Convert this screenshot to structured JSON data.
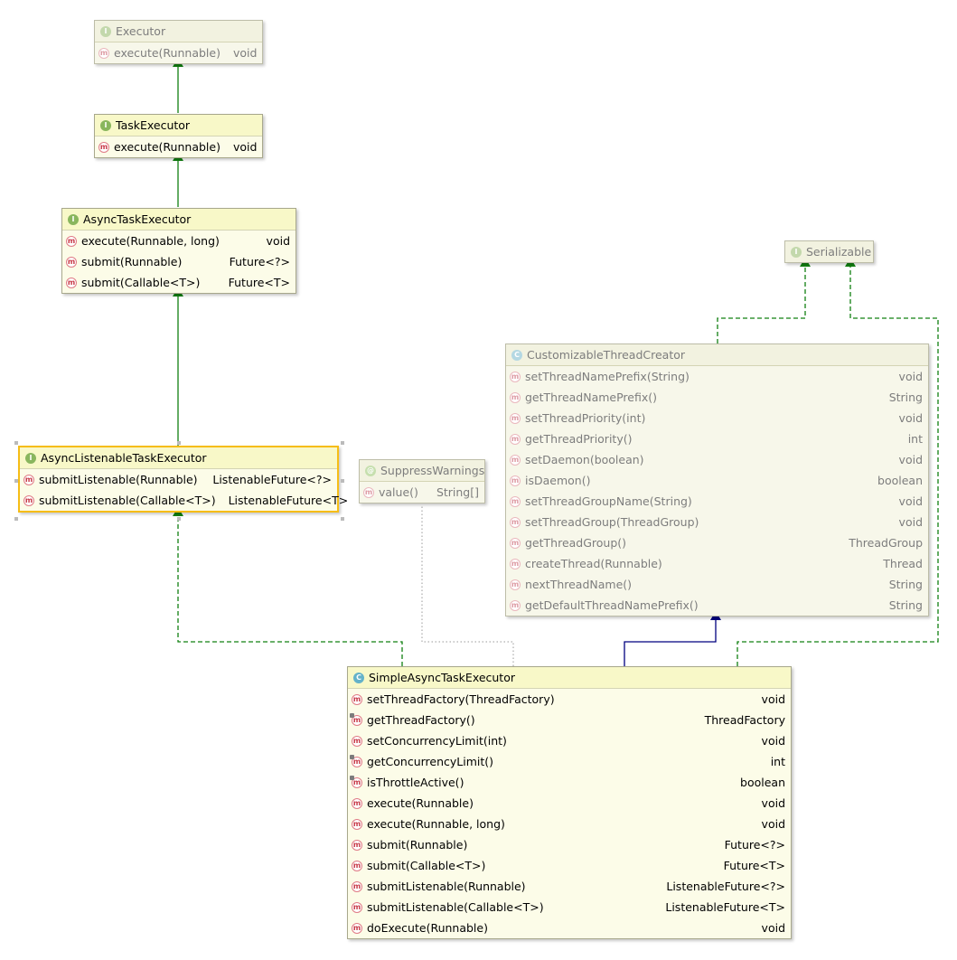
{
  "nodes": {
    "executor": {
      "name": "Executor",
      "kind": "I",
      "methods": [
        {
          "name": "execute(Runnable)",
          "type": "void"
        }
      ]
    },
    "task_executor": {
      "name": "TaskExecutor",
      "kind": "I",
      "methods": [
        {
          "name": "execute(Runnable)",
          "type": "void"
        }
      ]
    },
    "async_task_executor": {
      "name": "AsyncTaskExecutor",
      "kind": "I",
      "methods": [
        {
          "name": "execute(Runnable, long)",
          "type": "void"
        },
        {
          "name": "submit(Runnable)",
          "type": "Future<?>"
        },
        {
          "name": "submit(Callable<T>)",
          "type": "Future<T>"
        }
      ]
    },
    "async_listenable_task_executor": {
      "name": "AsyncListenableTaskExecutor",
      "kind": "I",
      "methods": [
        {
          "name": "submitListenable(Runnable)",
          "type": "ListenableFuture<?>"
        },
        {
          "name": "submitListenable(Callable<T>)",
          "type": "ListenableFuture<T>"
        }
      ]
    },
    "serializable": {
      "name": "Serializable",
      "kind": "I"
    },
    "suppress_warnings": {
      "name": "SuppressWarnings",
      "kind": "@",
      "methods": [
        {
          "name": "value()",
          "type": "String[]"
        }
      ]
    },
    "customizable_thread_creator": {
      "name": "CustomizableThreadCreator",
      "kind": "C",
      "methods": [
        {
          "name": "setThreadNamePrefix(String)",
          "type": "void"
        },
        {
          "name": "getThreadNamePrefix()",
          "type": "String"
        },
        {
          "name": "setThreadPriority(int)",
          "type": "void"
        },
        {
          "name": "getThreadPriority()",
          "type": "int"
        },
        {
          "name": "setDaemon(boolean)",
          "type": "void"
        },
        {
          "name": "isDaemon()",
          "type": "boolean"
        },
        {
          "name": "setThreadGroupName(String)",
          "type": "void"
        },
        {
          "name": "setThreadGroup(ThreadGroup)",
          "type": "void"
        },
        {
          "name": "getThreadGroup()",
          "type": "ThreadGroup"
        },
        {
          "name": "createThread(Runnable)",
          "type": "Thread"
        },
        {
          "name": "nextThreadName()",
          "type": "String"
        },
        {
          "name": "getDefaultThreadNamePrefix()",
          "type": "String"
        }
      ]
    },
    "simple_async_task_executor": {
      "name": "SimpleAsyncTaskExecutor",
      "kind": "C",
      "methods": [
        {
          "name": "setThreadFactory(ThreadFactory)",
          "type": "void"
        },
        {
          "name": "getThreadFactory()",
          "type": "ThreadFactory"
        },
        {
          "name": "setConcurrencyLimit(int)",
          "type": "void"
        },
        {
          "name": "getConcurrencyLimit()",
          "type": "int"
        },
        {
          "name": "isThrottleActive()",
          "type": "boolean"
        },
        {
          "name": "execute(Runnable)",
          "type": "void"
        },
        {
          "name": "execute(Runnable, long)",
          "type": "void"
        },
        {
          "name": "submit(Runnable)",
          "type": "Future<?>"
        },
        {
          "name": "submit(Callable<T>)",
          "type": "Future<T>"
        },
        {
          "name": "submitListenable(Runnable)",
          "type": "ListenableFuture<?>"
        },
        {
          "name": "submitListenable(Callable<T>)",
          "type": "ListenableFuture<T>"
        },
        {
          "name": "doExecute(Runnable)",
          "type": "void"
        }
      ]
    }
  },
  "icon_glyphs": {
    "interface": "I",
    "class": "C",
    "annotation": "@",
    "method": "m"
  },
  "colors": {
    "extends_interface_edge": "#118011",
    "implements_edge": "#118011",
    "extends_class_edge": "#00007f",
    "annotation_edge": "#9a9a9a",
    "selection_border": "#f6bd16"
  }
}
